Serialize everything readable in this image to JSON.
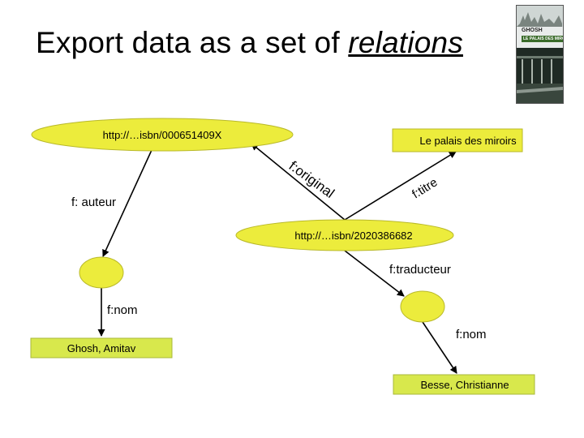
{
  "title": {
    "prefix": "Export data as a set of ",
    "emphasis": "relations"
  },
  "nodes": {
    "isbn1": "http://…isbn/000651409X",
    "palais": "Le palais des miroirs",
    "isbn2": "http://…isbn/2020386682",
    "ghosh": "Ghosh, Amitav",
    "besse": "Besse, Christianne"
  },
  "edges": {
    "auteur": "f: auteur",
    "original": "f:original",
    "titre": "f:titre",
    "traducteur": "f:traducteur",
    "nom1": "f:nom",
    "nom2": "f:nom"
  },
  "cover": {
    "author": "GHOSH",
    "title": "LE PALAIS DES MIROIRS"
  },
  "colors": {
    "node_fill": "#ecec3c",
    "node_stroke": "#b9b92a",
    "box_fill": "#d8e84c",
    "text": "#000000"
  }
}
